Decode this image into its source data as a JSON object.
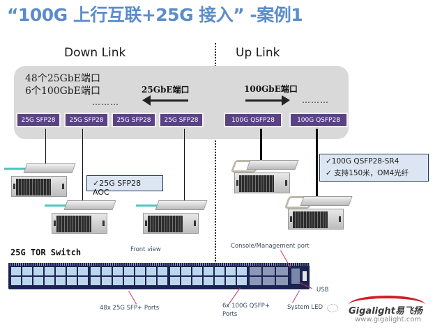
{
  "title": "“100G 上行互联+25G 接入” -案例1",
  "sections": {
    "down_link": "Down Link",
    "up_link": "Up Link"
  },
  "port_summary": {
    "line1": "48个25GbE端口",
    "line2": "6个100GbE端口"
  },
  "arrows": {
    "down_label": "25GbE端口",
    "up_label": "100GbE端口",
    "ellipsis": "………"
  },
  "badges": {
    "down": [
      "25G SFP28",
      "25G SFP28",
      "25G SFP28",
      "25G SFP28"
    ],
    "up": [
      "100G QSFP28",
      "100G QSFP28"
    ]
  },
  "callouts": {
    "aoc": "✓25G SFP28 AOC",
    "sr4_line1": "✓100G QSFP28-SR4",
    "sr4_line2": "✓ 支持150米，OM4光纤"
  },
  "switch": {
    "label": "25G TOR Switch",
    "front_view": "Front view",
    "console": "Console/Management port",
    "ports_25g": "48x 25G SFP+ Ports",
    "ports_100g_line1": "6x 100G QSFP+",
    "ports_100g_line2": "Ports",
    "usb": "USB",
    "system_led": "System LED"
  },
  "watermark": {
    "brand": "Gigalight易飞扬",
    "url": "www.gigalight.com"
  },
  "colors": {
    "title": "#5b8dc9",
    "badge": "#5a4382",
    "panel": "#d9d9d9",
    "callout_bg": "#dce6f2",
    "switch_body": "#1b2350",
    "brand_red": "#d21d2a"
  }
}
